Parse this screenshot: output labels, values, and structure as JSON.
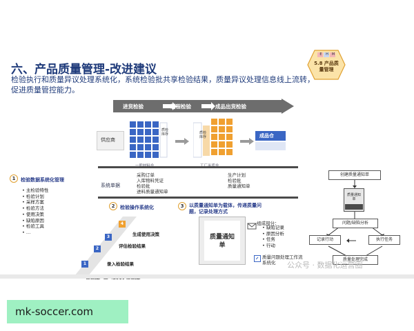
{
  "heading": {
    "title": "六、产品质量管理-改进建议",
    "subtitle": "检验执行和质量异议处理系统化，系统检验批共享检验结果，质量异议处理信息线上流转，促进质量管控能力。"
  },
  "badge": {
    "letters": [
      "E",
      "H",
      "M"
    ],
    "label": "5.8 产品质量管理"
  },
  "flow": {
    "stages": [
      "进货检验",
      "制程检验",
      "成品出货检验"
    ],
    "supplier": "供应商",
    "warehouse_a_sign": "质检库存",
    "warehouse_b_sign": "质检库存",
    "finished_warehouse": "成品仓",
    "warehouse_a_caption": "一般材料仓",
    "warehouse_b_caption": "工厂半库仓"
  },
  "system_docs": {
    "label": "系统单据",
    "col1": [
      "采购订单",
      "入库物料凭证",
      "检验批",
      "进料质量通知单"
    ],
    "col2": [
      "生产计划",
      "检验批",
      "质量通知单"
    ]
  },
  "section1": {
    "num": "1",
    "title": "检验数据系统化管理",
    "items": [
      "主检验特性",
      "检验计划",
      "采样方案",
      "检验方法",
      "使用决策",
      "缺陷原因",
      "检验工具",
      "…"
    ]
  },
  "section2": {
    "num": "2",
    "title": "检验操作系统化",
    "steps": [
      {
        "n": "1",
        "label": "检验批产生（依托于检验批）"
      },
      {
        "n": "2",
        "label": "录入检验结果"
      },
      {
        "n": "3",
        "label": "评估检验结果"
      },
      {
        "n": "4",
        "label": "生成使用决策"
      }
    ]
  },
  "section3": {
    "num": "3",
    "title": "以质量通知单为载体，传递质量问题，记录处理方式",
    "doc": "质量通知单",
    "parts_title": "组成部分：",
    "parts": [
      "缺陷记录",
      "原因分析",
      "任务",
      "行动"
    ],
    "workflow": "质量问题处理工作流系统化"
  },
  "flowchart": {
    "create": "创建质量通知单",
    "doc": "质量通知单",
    "problem": "问题/缺陷分析",
    "record": "记录行动",
    "exec": "执行任务",
    "done": "质量处理完成"
  },
  "colors": {
    "blue": "#3a66c4",
    "orange": "#f0a030",
    "grey_arrow": "#6d6d6d"
  },
  "watermark": "公众号 · 数据化运营圈",
  "site": "mk-soccer.com"
}
